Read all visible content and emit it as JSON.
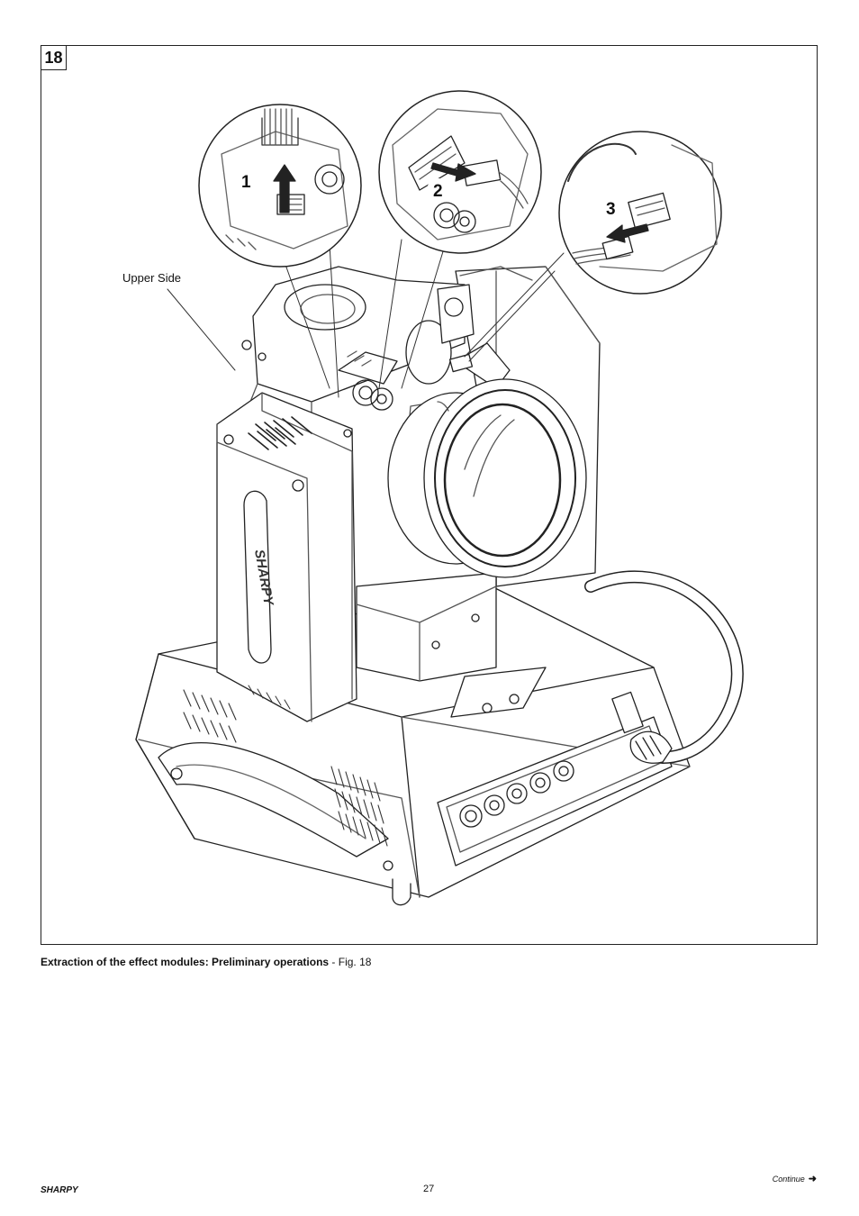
{
  "figure": {
    "number": "18",
    "callout_upper_side": "Upper Side",
    "steps": [
      "1",
      "2",
      "3"
    ],
    "logo_text": "SHARPY"
  },
  "caption": {
    "bold": "Extraction of the effect modules: Preliminary operations",
    "rest": " - Fig. 18"
  },
  "footer": {
    "brand": "SHARPY",
    "page": "27",
    "continue": "Continue",
    "continue_icon": "arrow-right-icon"
  }
}
